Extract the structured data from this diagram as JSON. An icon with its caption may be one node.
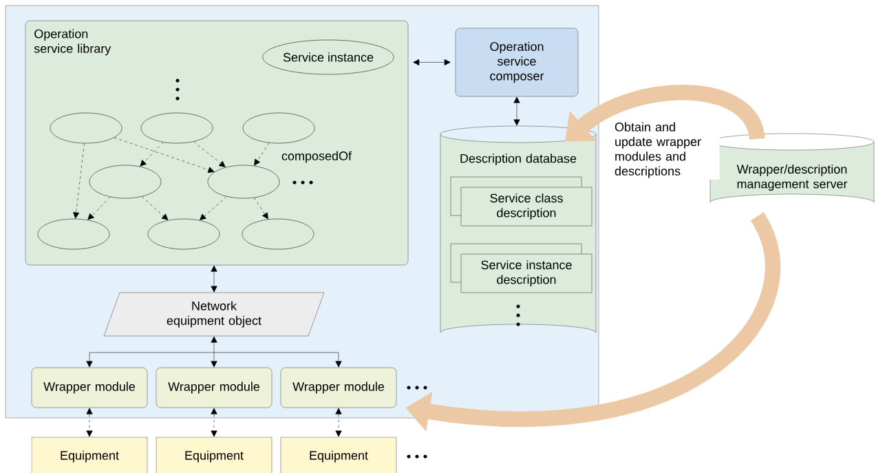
{
  "diagram": {
    "nodes": [
      {
        "text": [],
        "shape": "box"
      },
      {
        "text": [
          "Operation service library"
        ],
        "in": 0
      },
      {
        "text": [
          "Service instance"
        ],
        "in": 1
      },
      {
        "text": [],
        "shape": "ellipse",
        "in": 1
      },
      {
        "text": [],
        "shape": "ellipse",
        "in": 1
      },
      {
        "text": [],
        "shape": "ellipse",
        "in": 1
      },
      {
        "text": [],
        "shape": "ellipse",
        "in": 1
      },
      {
        "text": [],
        "shape": "ellipse",
        "in": 1
      },
      {
        "text": [],
        "shape": "ellipse",
        "in": 1
      },
      {
        "text": [],
        "shape": "ellipse",
        "in": 1
      },
      {
        "text": [],
        "shape": "ellipse",
        "in": 1
      },
      {
        "text": [
          "Operation service composer"
        ],
        "in": 0
      },
      {
        "text": [
          "Description database"
        ],
        "in": 0
      },
      {
        "text": [
          "Service class description"
        ],
        "in": 12
      },
      {
        "text": [
          "Service instance description"
        ],
        "in": 12
      },
      {
        "text": [
          "Network equipment object"
        ],
        "in": 0
      },
      {
        "text": [
          "Wrapper module"
        ],
        "in": 0
      },
      {
        "text": [
          "Wrapper module"
        ],
        "in": 0
      },
      {
        "text": [
          "Wrapper module"
        ],
        "in": 0
      },
      {
        "text": [
          "Equipment"
        ]
      },
      {
        "text": [
          "Equipment"
        ]
      },
      {
        "text": [
          "Equipment"
        ]
      },
      {
        "text": [
          "Wrapper/description management server"
        ]
      }
    ],
    "edges": [
      {
        "from": 3,
        "to": 8,
        "arrow": "to",
        "style": "dashed"
      },
      {
        "from": 3,
        "to": 7,
        "arrow": "to",
        "style": "dashed"
      },
      {
        "from": 4,
        "to": 6,
        "arrow": "to",
        "style": "dashed"
      },
      {
        "from": 4,
        "to": 7,
        "arrow": "to",
        "style": "dashed"
      },
      {
        "from": 5,
        "to": 7,
        "arrow": "to",
        "style": "dashed"
      },
      {
        "from": 6,
        "to": 8,
        "arrow": "to",
        "style": "dashed"
      },
      {
        "from": 6,
        "to": 9,
        "arrow": "to",
        "style": "dashed"
      },
      {
        "from": 7,
        "to": 9,
        "arrow": "to",
        "style": "dashed"
      },
      {
        "from": 7,
        "to": 10,
        "arrow": "to",
        "style": "dashed"
      },
      {
        "from": 1,
        "to": 11,
        "arrow": "both"
      },
      {
        "from": 11,
        "to": 12,
        "arrow": "both"
      },
      {
        "from": 1,
        "to": 15,
        "arrow": "both"
      },
      {
        "from": 15,
        "to": 16,
        "arrow": "both"
      },
      {
        "from": 15,
        "to": 17,
        "arrow": "both"
      },
      {
        "from": 15,
        "to": 18,
        "arrow": "both"
      },
      {
        "from": 16,
        "to": 19,
        "arrow": "both",
        "style": "dashed"
      },
      {
        "from": 17,
        "to": 20,
        "arrow": "both",
        "style": "dashed"
      },
      {
        "from": 18,
        "to": 21,
        "arrow": "both",
        "style": "dashed"
      },
      {
        "from": 22,
        "to": 12,
        "arrow": "to",
        "style": "thick",
        "color": "#ecc9a4",
        "label": "Obtain and update wrapper modules and descriptions"
      },
      {
        "from": 22,
        "to": 18,
        "arrow": "to",
        "style": "thick",
        "color": "#ecc9a4"
      }
    ],
    "labels": [
      "composedOf"
    ]
  }
}
